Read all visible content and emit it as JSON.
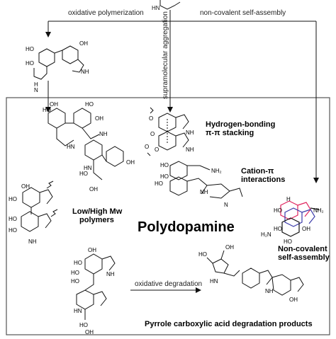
{
  "arrows": {
    "oxidative_polymerization": "oxidative polymerization",
    "non_covalent_self_assembly": "non-covalent self-assembly",
    "supramolecular_aggregation": "supramolecular aggregation",
    "oxidative_degradation": "oxidative degradation"
  },
  "labels": {
    "hbond_line1": "Hydrogen-bonding",
    "hbond_line2": "π-π stacking",
    "cation_pi_line1": "Cation-π",
    "cation_pi_line2": "interactions",
    "mw_line1": "Low/High Mw",
    "mw_line2": "polymers",
    "center_title": "Polydopamine",
    "nc_line1": "Non-covalent",
    "nc_line2": "self-assembly",
    "degradation_products": "Pyrrole carboxylic acid degradation products"
  },
  "atoms": {
    "oh": "OH",
    "ho": "HO",
    "o": "O",
    "nh": "NH",
    "hn": "HN",
    "h": "H",
    "n": "N",
    "nh2": "NH₂",
    "h2n": "H₂N"
  },
  "colors": {
    "frame": "#555555",
    "line": "#111111",
    "pink": "#e0245e",
    "blue": "#3a3aaa"
  }
}
